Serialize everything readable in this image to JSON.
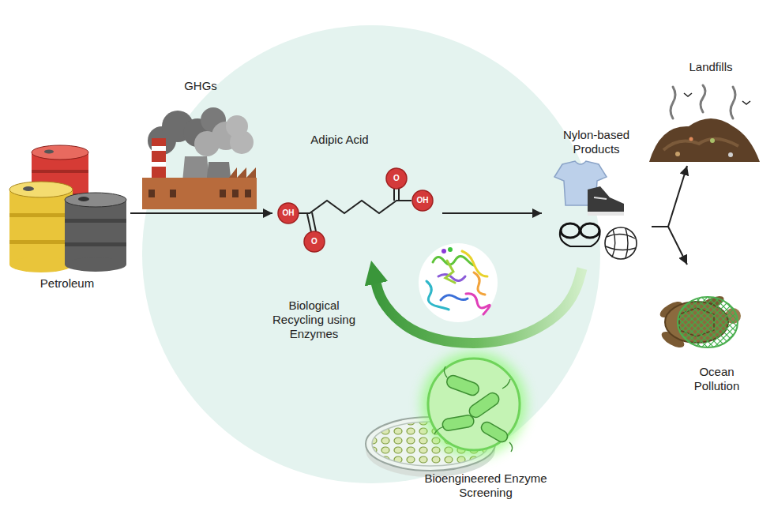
{
  "diagram": {
    "nodes": [
      {
        "text": [
          "Petroleum"
        ]
      },
      {
        "text": [
          "GHGs"
        ]
      },
      {
        "text": [
          "Adipic Acid"
        ]
      },
      {
        "text": [
          "Nylon-based Products"
        ]
      },
      {
        "text": [
          "Landfills"
        ]
      },
      {
        "text": [
          "Ocean Pollution"
        ]
      },
      {
        "text": [
          "Bioengineered Enzyme Screening"
        ]
      }
    ],
    "edges": [
      {
        "from": 0,
        "to": 2,
        "arrow": "to"
      },
      {
        "from": 2,
        "to": 3,
        "arrow": "to"
      },
      {
        "from": 3,
        "to": 4,
        "arrow": "to"
      },
      {
        "from": 3,
        "to": 5,
        "arrow": "to"
      },
      {
        "from": 3,
        "to": 2,
        "label": "Biological Recycling using Enzymes",
        "arrow": "to"
      }
    ],
    "labels": [
      "OH",
      "O",
      "O",
      "OH"
    ]
  }
}
